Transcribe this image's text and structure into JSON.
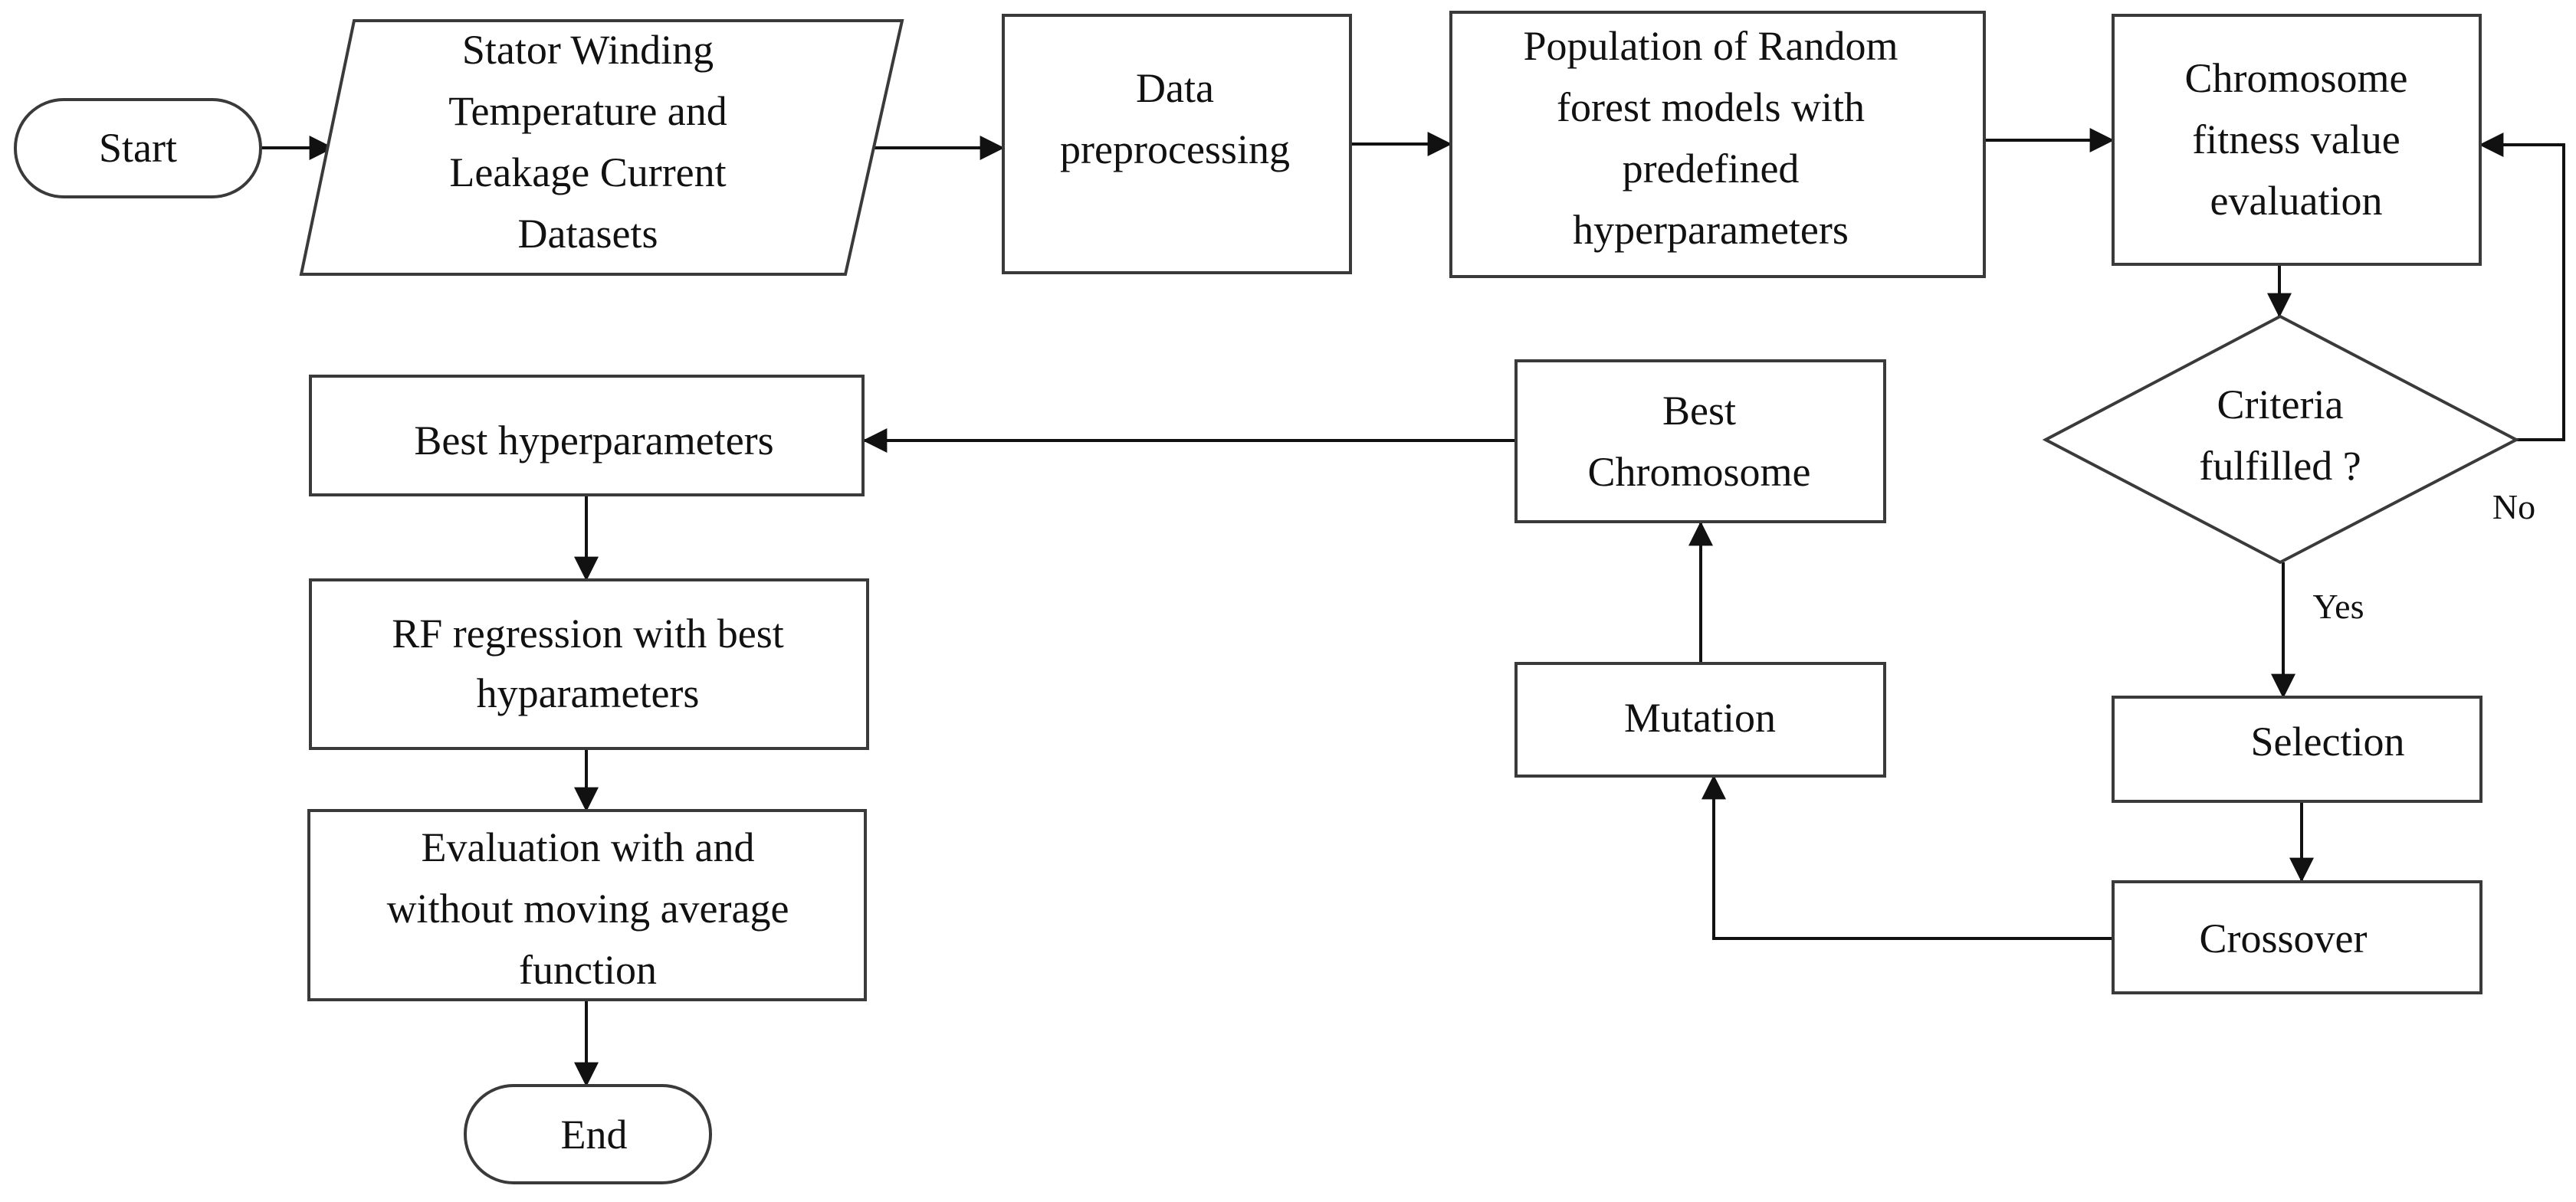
{
  "nodes": {
    "start": {
      "lines": [
        "Start"
      ]
    },
    "datasets": {
      "lines": [
        "Stator Winding",
        "Temperature and",
        "Leakage Current",
        "Datasets"
      ]
    },
    "preprocessing": {
      "lines": [
        "Data",
        "preprocessing"
      ]
    },
    "population": {
      "lines": [
        "Population of Random",
        "forest models with",
        "predefined",
        "hyperparameters"
      ]
    },
    "fitness": {
      "lines": [
        "Chromosome",
        "fitness value",
        "evaluation"
      ]
    },
    "criteria": {
      "lines": [
        "Criteria",
        "fulfilled ?"
      ]
    },
    "selection": {
      "lines": [
        "Selection"
      ]
    },
    "crossover": {
      "lines": [
        "Crossover"
      ]
    },
    "mutation": {
      "lines": [
        "Mutation"
      ]
    },
    "best_chromosome": {
      "lines": [
        "Best",
        "Chromosome"
      ]
    },
    "best_hyperparameters": {
      "lines": [
        "Best hyperparameters"
      ]
    },
    "rf_regression": {
      "lines": [
        "RF regression with best",
        "hyparameters"
      ]
    },
    "evaluation": {
      "lines": [
        "Evaluation with and",
        "without moving average",
        "function"
      ]
    },
    "end": {
      "lines": [
        "End"
      ]
    }
  },
  "edge_labels": {
    "no": "No",
    "yes": "Yes"
  },
  "colors": {
    "stroke": "#3a3a3a",
    "line": "#111111",
    "background": "#ffffff"
  }
}
